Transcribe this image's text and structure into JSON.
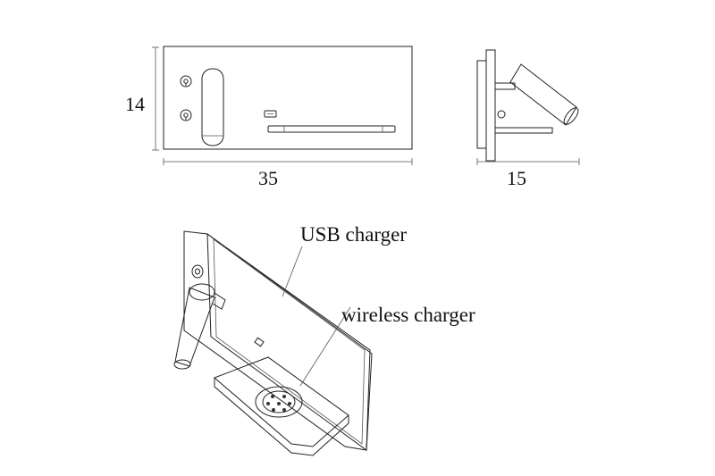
{
  "front_view": {
    "height_label": "14",
    "width_label": "35"
  },
  "side_view": {
    "depth_label": "15"
  },
  "callouts": {
    "usb": "USB charger",
    "wireless": "wireless charger"
  },
  "icons": [
    "switch-icon",
    "switch-icon",
    "usb-port-icon",
    "wireless-coil-icon"
  ]
}
